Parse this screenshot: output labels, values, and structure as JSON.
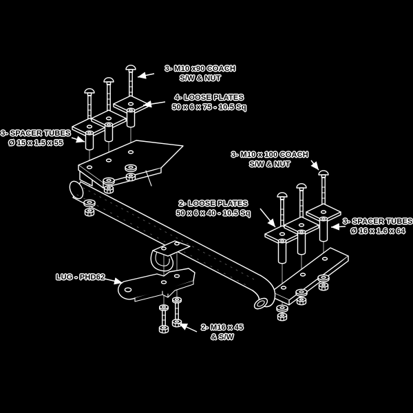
{
  "diagram": {
    "title": "Towbar exploded fitting diagram",
    "background_color": "#000000",
    "line_color": "#ffffff",
    "labels": {
      "coach_bolts_90": {
        "line1": "3- M10 x90 COACH",
        "line2": "S/W & NUT"
      },
      "loose_plates_75": {
        "line1": "4- LOOSE PLATES",
        "line2": "50 x 6 x 75 - 10.5 Sq"
      },
      "spacer_tubes_55": {
        "line1": "3- SPACER TUBES",
        "line2": "Ø 15 x 1.5 x 55"
      },
      "coach_bolts_100": {
        "line1": "3- M10 x 100 COACH",
        "line2": "S/W & NUT"
      },
      "loose_plates_40": {
        "line1": "2- LOOSE PLATES",
        "line2": "50 x 6 x 40 - 10.5 Sq"
      },
      "spacer_tubes_64": {
        "line1": "3- SPACER TUBES",
        "line2": "Ø 16 x 1.6 x 64"
      },
      "lug": {
        "line1": "LUG - PHD62"
      },
      "bolts_m16": {
        "line1": "2- M16 x 45",
        "line2": "& S/W"
      }
    }
  }
}
